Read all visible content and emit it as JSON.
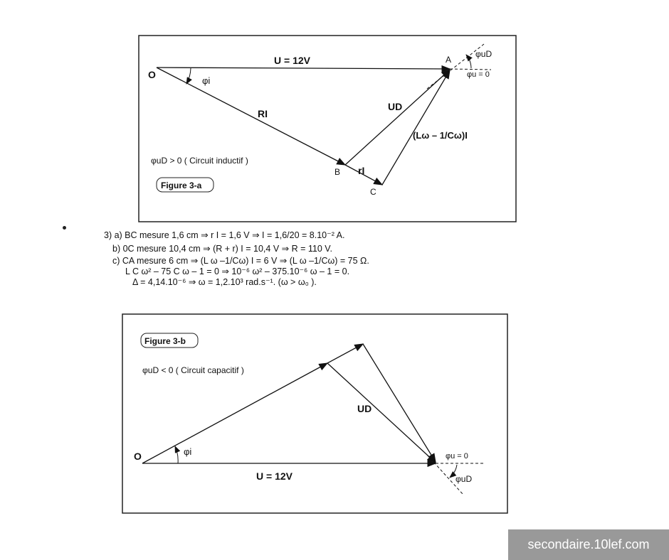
{
  "figure_a": {
    "label": "Figure 3-a",
    "U": "U = 12V",
    "O": "O",
    "A": "A",
    "B": "B",
    "C": "C",
    "phi_i": "φi",
    "RI": "RI",
    "UD": "UD",
    "rI": "rI",
    "LC": "(Lω – 1/Cω)I",
    "phi_uD": "φuD",
    "phi_u": "φu = 0",
    "note": "φuD > 0 ( Circuit  inductif )"
  },
  "solution": {
    "a": "3) a) BC mesure 1,6 cm ⇒ r I = 1,6 V ⇒ I = 1,6/20 = 8.10⁻² A.",
    "b": "b) 0C mesure 10,4 cm ⇒ (R + r) I = 10,4 V ⇒ R = 110 V.",
    "c": "c) CA mesure 6 cm ⇒ (L ω –1/Cω) I = 6 V ⇒ (L ω –1/Cω) = 75 Ω.",
    "c2": "L C ω² – 75 C ω – 1 = 0 ⇒ 10⁻⁶ ω² – 375.10⁻⁶ ω – 1 = 0.",
    "c3": "Δ = 4,14.10⁻⁶ ⇒ ω = 1,2.10³ rad.s⁻¹. (ω > ω₀ )."
  },
  "figure_b": {
    "label": "Figure 3-b",
    "note": "φuD < 0 ( Circuit capacitif )",
    "O": "O",
    "phi_i": "φi",
    "UD": "UD",
    "U": "U = 12V",
    "phi_u": "φu = 0",
    "phi_uD": "φuD"
  },
  "watermark": "secondaire.10lef.com"
}
